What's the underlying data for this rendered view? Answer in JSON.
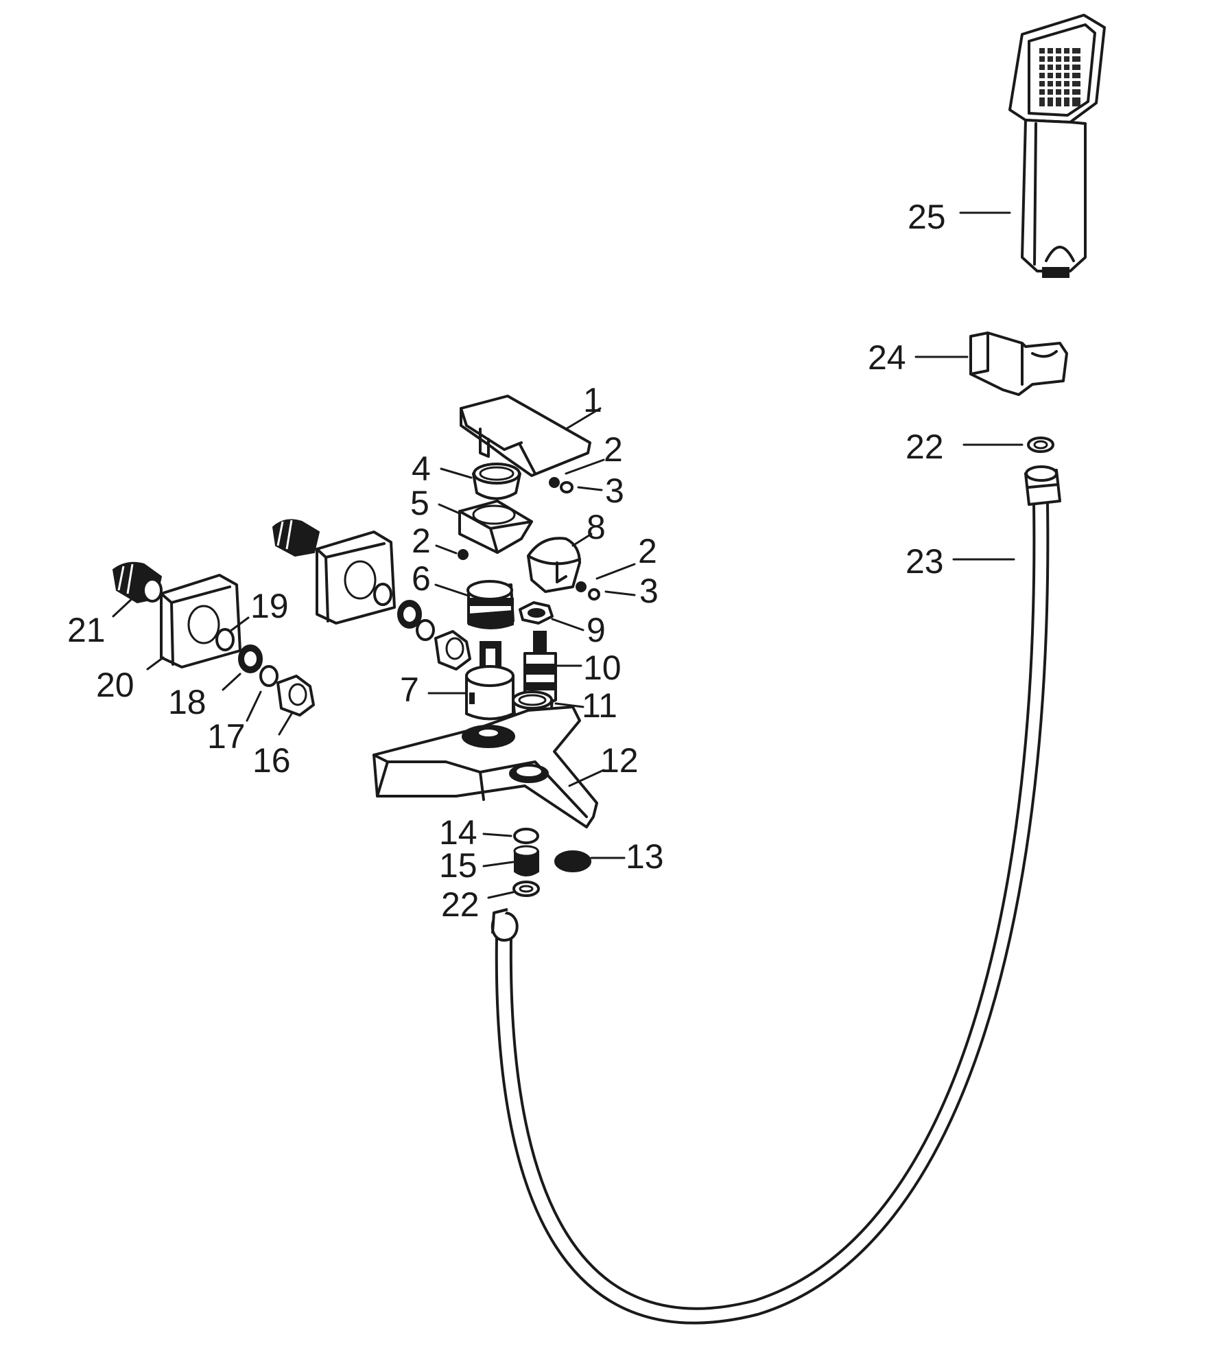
{
  "diagram": {
    "labels": [
      {
        "id": "1",
        "text": "1"
      },
      {
        "id": "2a",
        "text": "2"
      },
      {
        "id": "3a",
        "text": "3"
      },
      {
        "id": "4",
        "text": "4"
      },
      {
        "id": "5",
        "text": "5"
      },
      {
        "id": "2b",
        "text": "2"
      },
      {
        "id": "8",
        "text": "8"
      },
      {
        "id": "2c",
        "text": "2"
      },
      {
        "id": "6",
        "text": "6"
      },
      {
        "id": "3b",
        "text": "3"
      },
      {
        "id": "9",
        "text": "9"
      },
      {
        "id": "10",
        "text": "10"
      },
      {
        "id": "7",
        "text": "7"
      },
      {
        "id": "11",
        "text": "11"
      },
      {
        "id": "12",
        "text": "12"
      },
      {
        "id": "14",
        "text": "14"
      },
      {
        "id": "15",
        "text": "15"
      },
      {
        "id": "13",
        "text": "13"
      },
      {
        "id": "22a",
        "text": "22"
      },
      {
        "id": "21",
        "text": "21"
      },
      {
        "id": "19",
        "text": "19"
      },
      {
        "id": "20",
        "text": "20"
      },
      {
        "id": "18",
        "text": "18"
      },
      {
        "id": "17",
        "text": "17"
      },
      {
        "id": "16",
        "text": "16"
      },
      {
        "id": "25",
        "text": "25"
      },
      {
        "id": "24",
        "text": "24"
      },
      {
        "id": "22b",
        "text": "22"
      },
      {
        "id": "23",
        "text": "23"
      }
    ]
  }
}
